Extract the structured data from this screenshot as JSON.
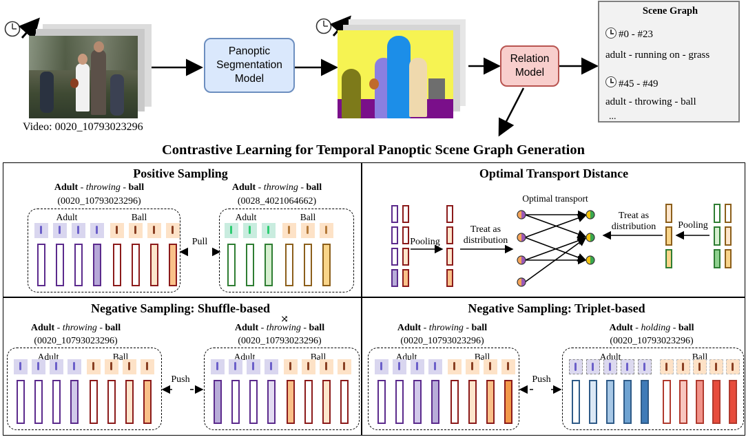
{
  "top": {
    "video_label": "Video: 0020_10793023296",
    "panoptic_box": "Panoptic Segmentation Model",
    "panoptic_lines": [
      "Panoptic",
      "Segmentation",
      "Model"
    ],
    "relation_lines": [
      "Relation",
      "Model"
    ],
    "scene_graph": {
      "title": "Scene Graph",
      "entry1_range": "#0 - #23",
      "entry1_triplet": "adult - running on - grass",
      "entry2_range": "#45 - #49",
      "entry2_triplet": "adult - throwing - ball",
      "ellipsis": "..."
    }
  },
  "main_title": "Contrastive Learning for Temporal Panoptic Scene Graph Generation",
  "quadrants": {
    "positive": {
      "title": "Positive Sampling",
      "left_subject": "Adult",
      "left_predicate": "throwing",
      "left_object": "ball",
      "left_video": "(0020_10793023296)",
      "right_subject": "Adult",
      "right_predicate": "throwing",
      "right_object": "ball",
      "right_video": "(0028_4021064662)",
      "adult_label": "Adult",
      "ball_label": "Ball",
      "action": "Pull"
    },
    "optimal": {
      "title": "Optimal Transport Distance",
      "pooling_left": "Pooling",
      "pooling_right": "Pooling",
      "treat_left": [
        "Treat as",
        "distribution"
      ],
      "treat_right": [
        "Treat as",
        "distribution"
      ],
      "ot_label": "Optimal transport"
    },
    "shuffle": {
      "title": "Negative Sampling: Shuffle-based",
      "left_subject": "Adult",
      "left_predicate": "throwing",
      "left_object": "ball",
      "left_video": "(0020_10793023296)",
      "right_subject": "Adult",
      "right_predicate": "throwing",
      "right_object": "ball",
      "right_video": "(0020_10793023296)",
      "adult_label": "Adult",
      "ball_label": "Ball",
      "action": "Push",
      "shuffle_symbol": "⤨"
    },
    "triplet": {
      "title": "Negative Sampling: Triplet-based",
      "left_subject": "Adult",
      "left_predicate": "throwing",
      "left_object": "ball",
      "left_video": "(0020_10793023296)",
      "right_subject": "Adult",
      "right_predicate": "holding",
      "right_object": "ball",
      "right_video": "(0020_10793023296)",
      "adult_label": "Adult",
      "ball_label": "Ball",
      "action": "Push"
    }
  },
  "colors": {
    "purple": "#5b2a8c",
    "purple_light": "#d9d2ea",
    "dark_red": "#8b1a1a",
    "orange_fill": "#fbd4a0",
    "green": "#2e7d32",
    "blue": "#2e5a87",
    "red": "#c0392b",
    "panoptic_fill": "#dae8fc",
    "panoptic_border": "#6c8ebf",
    "relation_fill": "#f8cecc",
    "relation_border": "#b85450"
  },
  "icons": [
    "clock-icon",
    "trend-arrow-icon"
  ]
}
